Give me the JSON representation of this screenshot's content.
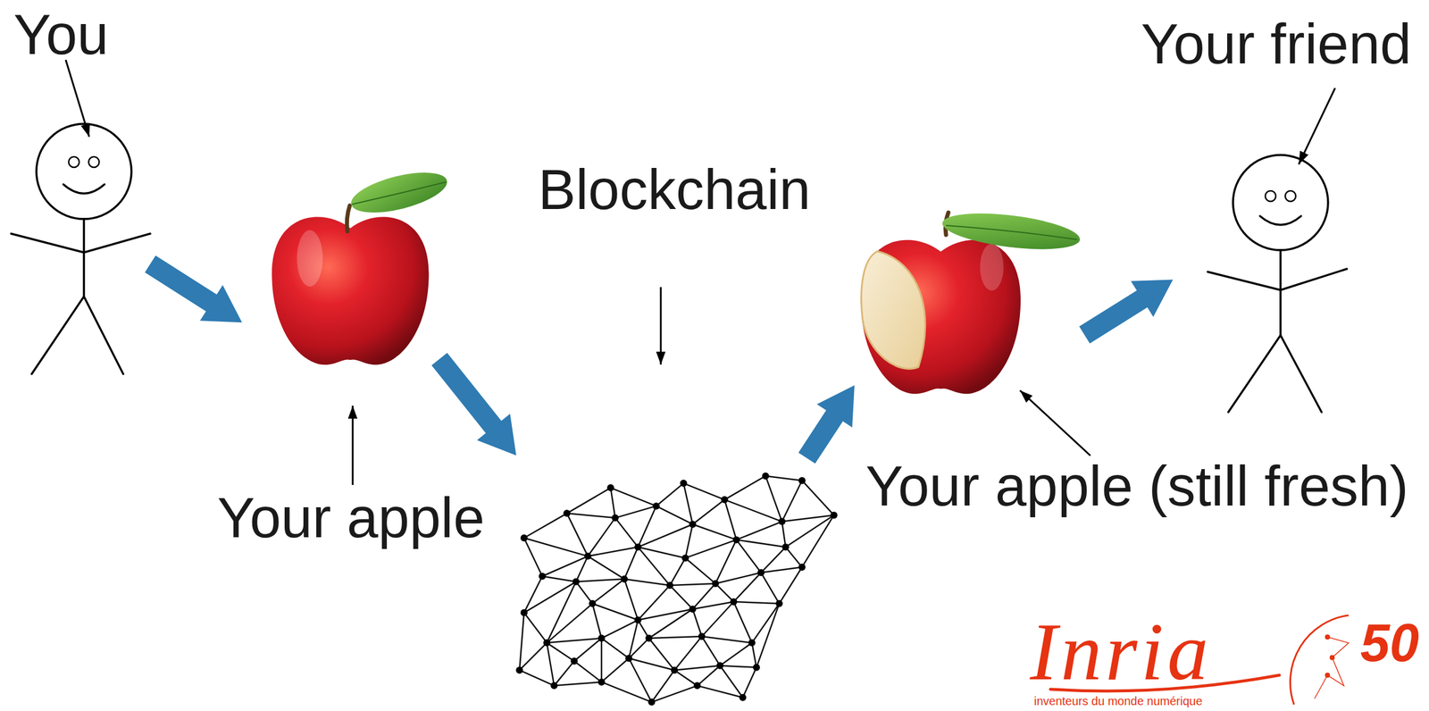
{
  "diagram": {
    "nodes": [
      {
        "text": [
          "You"
        ]
      },
      {
        "text": [
          "Your apple"
        ]
      },
      {
        "text": [
          "Blockchain"
        ]
      },
      {
        "text": [
          "Your apple (still fresh)"
        ]
      },
      {
        "text": [
          "Your friend"
        ]
      }
    ],
    "edges": [
      {
        "from": 0,
        "to": 1,
        "arrow": "to"
      },
      {
        "from": 1,
        "to": 2,
        "arrow": "to"
      },
      {
        "from": 2,
        "to": 3,
        "arrow": "to"
      },
      {
        "from": 3,
        "to": 4,
        "arrow": "to"
      }
    ],
    "labels": [
      "Inria",
      "50",
      "inventeurs du monde numérique"
    ]
  }
}
